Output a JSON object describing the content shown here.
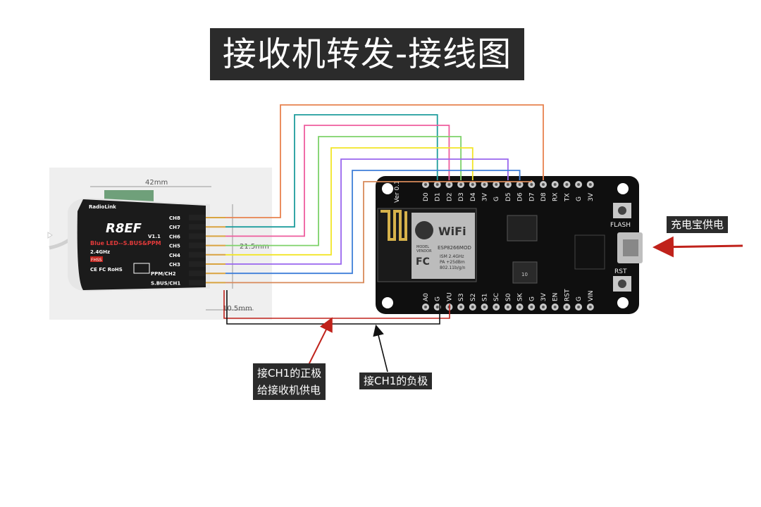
{
  "title": "接收机转发-接线图",
  "receiver": {
    "brand": "RadioLink",
    "model": "R8EF",
    "version": "V1.1",
    "features": "Blue LED--S.BUS&PPM",
    "band": "2.4GHz",
    "protocol": "FHSS",
    "certs": "CE FC RoHS",
    "pins": [
      "CH8",
      "CH7",
      "CH6",
      "CH5",
      "CH4",
      "CH3",
      "PPM/CH2",
      "S.BUS/CH1"
    ],
    "dim_width": "42mm",
    "dim_height": "21.5mm",
    "dim_depth": "10.5mm"
  },
  "board": {
    "version": "Ver 0.1",
    "top_pins": [
      "D0",
      "D1",
      "D2",
      "D3",
      "D4",
      "3V",
      "G",
      "D5",
      "D6",
      "D7",
      "D8",
      "RX",
      "TX",
      "G",
      "3V"
    ],
    "bottom_pins": [
      "A0",
      "G",
      "VU",
      "S3",
      "S2",
      "S1",
      "SC",
      "S0",
      "SK",
      "G",
      "3V",
      "EN",
      "RST",
      "G",
      "VIN"
    ],
    "module_brand": "WiFi",
    "module_lines": [
      "MODEL",
      "VENDOR"
    ],
    "module_name": "ESP8266MOD",
    "module_specs": [
      "ISM 2.4GHz",
      "PA  +25dBm",
      "802.11b/g/n"
    ],
    "button_flash": "FLASH",
    "button_rst": "RST",
    "cap_label": "10"
  },
  "labels": {
    "power_bank": "充电宝供电",
    "ch1_positive_line1": "接CH1的正极",
    "ch1_positive_line2": "给接收机供电",
    "ch1_negative": "接CH1的负极"
  },
  "colors": {
    "wire_ch8": "#e8824f",
    "wire_ch7": "#1e9d9d",
    "wire_ch6": "#ee5d9e",
    "wire_ch5": "#7ed26a",
    "wire_ch4": "#f2e526",
    "wire_ch3": "#9966ee",
    "wire_ch2": "#3f7fd9",
    "wire_ch1": "#d88a5a",
    "positive": "#c0221b",
    "negative": "#111111",
    "arrow_power": "#c0221b"
  }
}
